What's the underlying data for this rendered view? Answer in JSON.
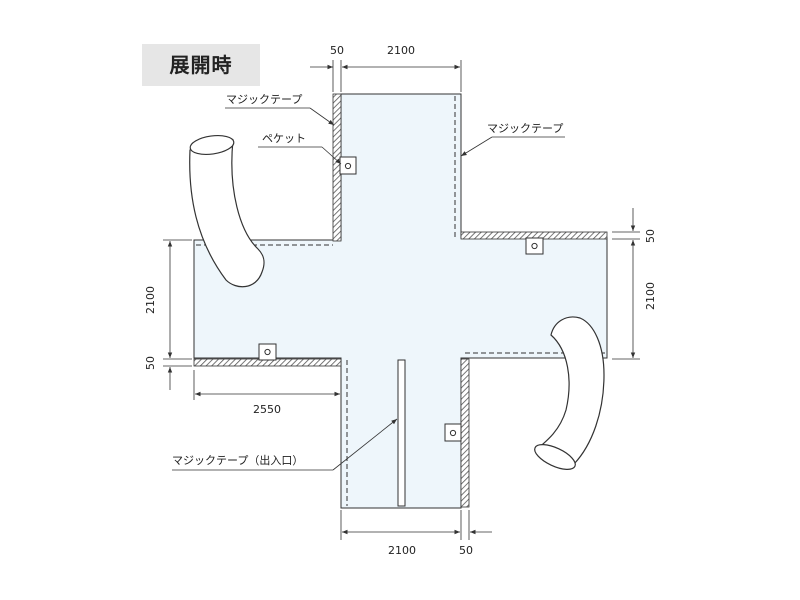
{
  "title": "展開時",
  "labels": {
    "magic_tape_top_left": "マジックテープ",
    "magic_tape_top_right": "マジックテープ",
    "pocket": "ペケット",
    "magic_tape_entrance": "マジックテープ（出入口）"
  },
  "dimensions": {
    "top_offset": "50",
    "top_width": "2100",
    "right_offset": "50",
    "right_height": "2100",
    "left_height": "2100",
    "left_offset": "50",
    "left_width": "2550",
    "bottom_width": "2100",
    "bottom_offset": "50"
  },
  "colors": {
    "fill": "#eef6fb",
    "line": "#333333",
    "hatch": "#555555",
    "title_bg": "#e6e6e6"
  }
}
